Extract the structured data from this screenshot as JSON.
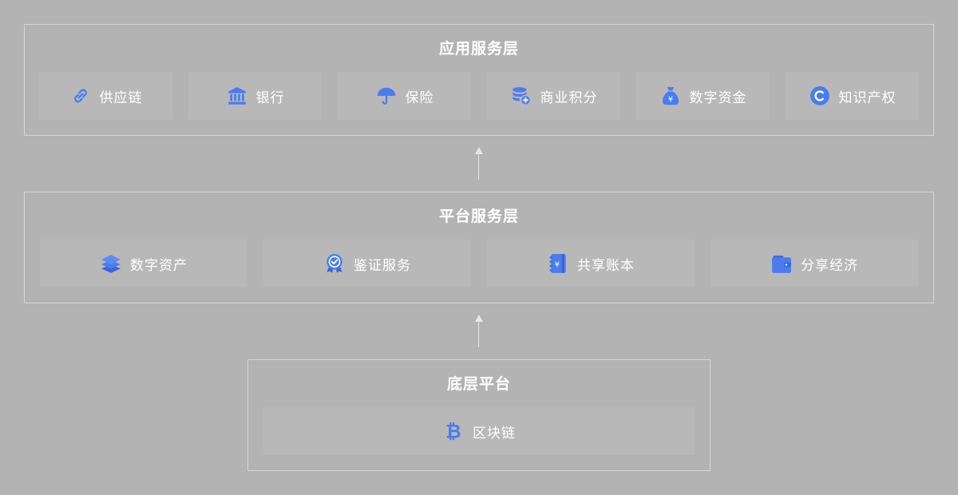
{
  "colors": {
    "background": "#b3b3b3",
    "card": "#b8b8b8",
    "border": "#d6d6d6",
    "icon": "#4a7cf0",
    "text": "#ffffff"
  },
  "application_layer": {
    "title": "应用服务层",
    "items": [
      {
        "label": "供应链",
        "icon": "link-icon"
      },
      {
        "label": "银行",
        "icon": "bank-icon"
      },
      {
        "label": "保险",
        "icon": "umbrella-icon"
      },
      {
        "label": "商业积分",
        "icon": "coin-stack-icon"
      },
      {
        "label": "数字资金",
        "icon": "money-bag-icon"
      },
      {
        "label": "知识产权",
        "icon": "copyright-icon"
      }
    ]
  },
  "platform_layer": {
    "title": "平台服务层",
    "items": [
      {
        "label": "数字资产",
        "icon": "layers-icon"
      },
      {
        "label": "鉴证服务",
        "icon": "certificate-icon"
      },
      {
        "label": "共享账本",
        "icon": "ledger-icon"
      },
      {
        "label": "分享经济",
        "icon": "wallet-icon"
      }
    ]
  },
  "base_layer": {
    "title": "底层平台",
    "items": [
      {
        "label": "区块链",
        "icon": "bitcoin-icon"
      }
    ]
  }
}
